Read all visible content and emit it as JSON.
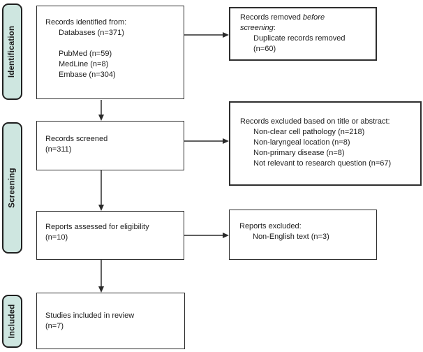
{
  "colors": {
    "stage_fill": "#cee6e0",
    "stage_border": "#1f1f1f",
    "box_border": "#2e2e2e",
    "arrow": "#2a2a2a",
    "text": "#1c1c1c"
  },
  "stages": {
    "identification": "Identification",
    "screening": "Screening",
    "included": "Included"
  },
  "boxes": {
    "identified": {
      "title": "Records identified from:",
      "databases": "Databases (n=371)",
      "sources": [
        "PubMed (n=59)",
        "MedLine (n=8)",
        "Embase (n=304)"
      ]
    },
    "removed": {
      "prefix": "Records removed ",
      "italic1": "before",
      "italic2": "screening",
      "colon": ":",
      "details": [
        "Duplicate records removed",
        "(n=60)"
      ]
    },
    "screened": {
      "line1": "Records screened",
      "line2": "(n=311)"
    },
    "excluded": {
      "title": "Records excluded based on title or abstract:",
      "reasons": [
        "Non-clear cell pathology (n=218)",
        "Non-laryngeal location (n=8)",
        "Non-primary disease (n=8)",
        "Not relevant to research question (n=67)"
      ]
    },
    "assessed": {
      "line1": "Reports assessed for eligibility",
      "line2": "(n=10)"
    },
    "reports_excluded": {
      "title": "Reports excluded:",
      "reason": "Non-English text (n=3)"
    },
    "included_studies": {
      "line1": "Studies included in review",
      "line2": "(n=7)"
    }
  }
}
